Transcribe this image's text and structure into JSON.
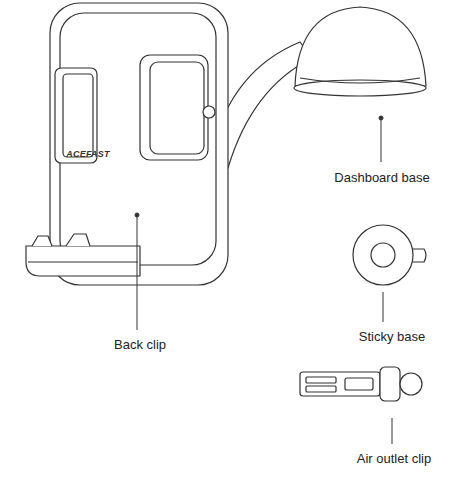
{
  "diagram": {
    "labels": [
      "ACEFAST",
      "Dashboard base",
      "Back clip",
      "Sticky base",
      "Air outlet clip"
    ]
  }
}
